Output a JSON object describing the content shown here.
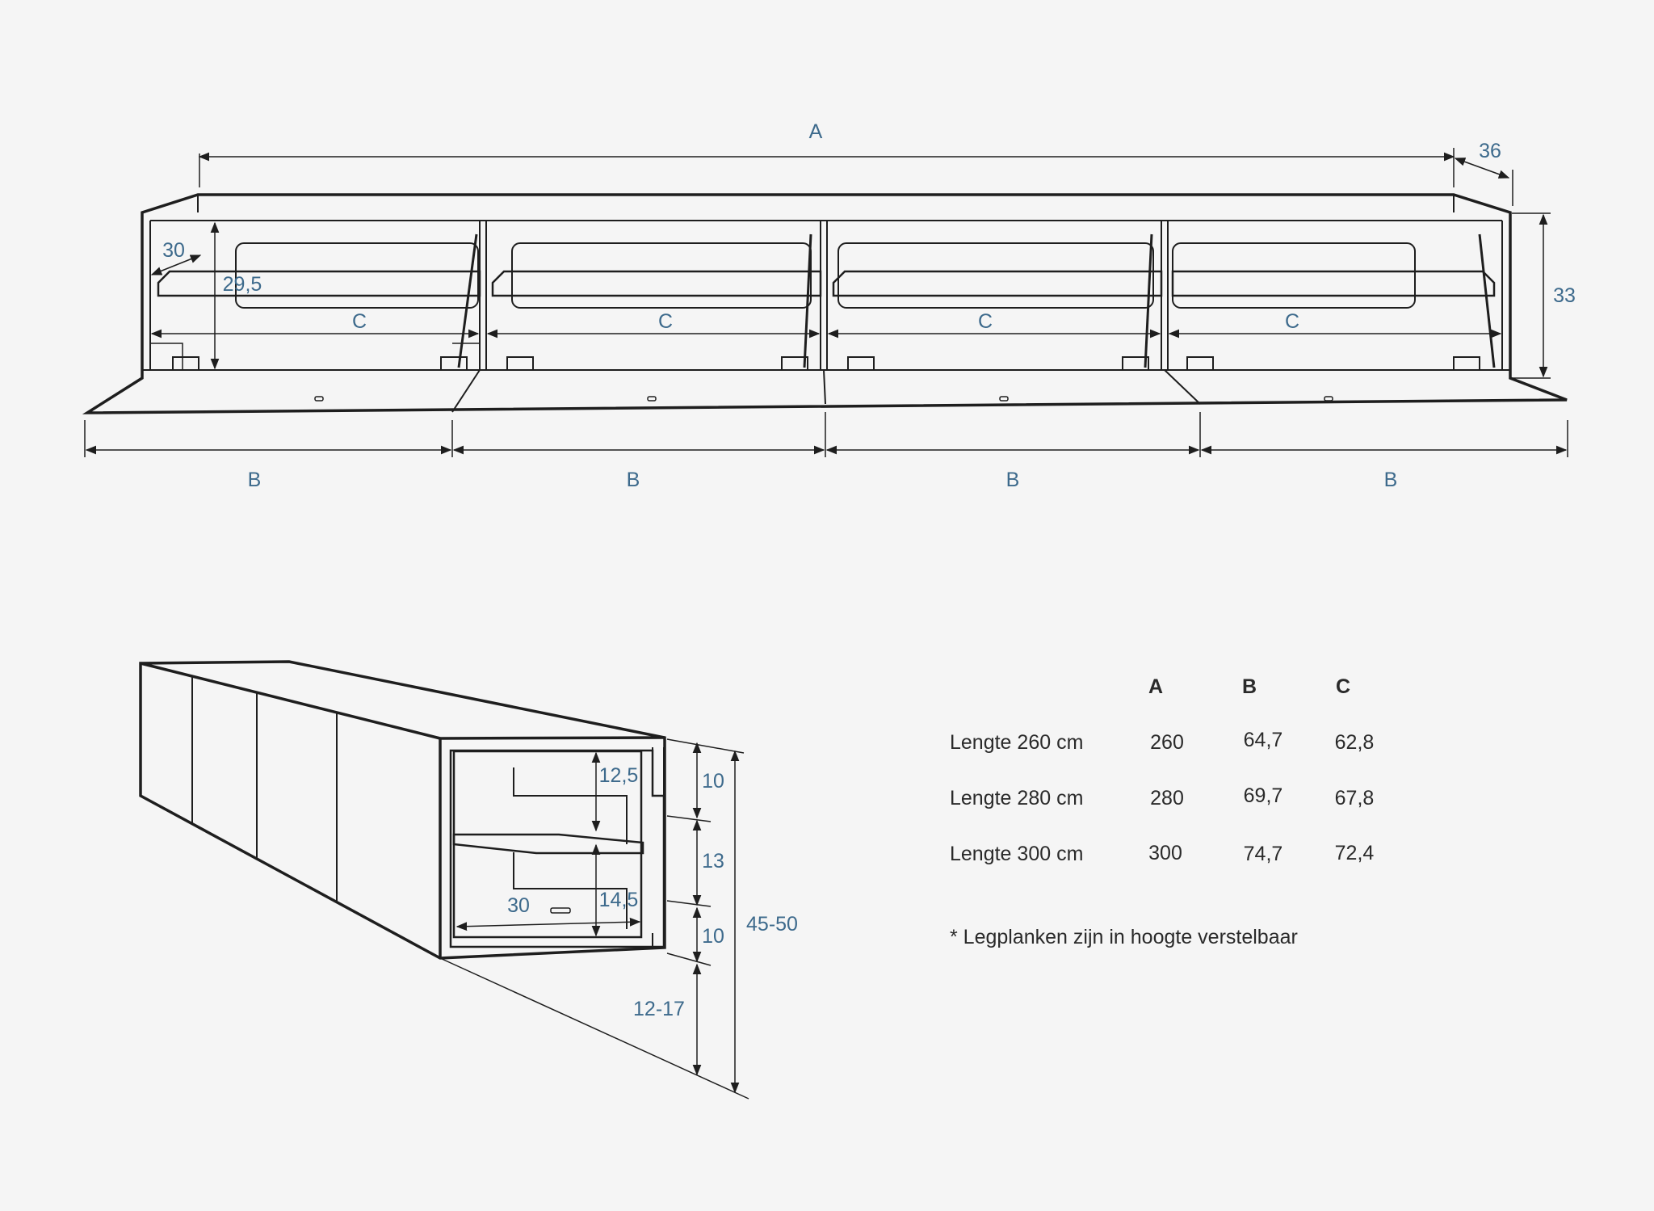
{
  "colors": {
    "background": "#f5f5f5",
    "line": "#1e1e1e",
    "dimension_text": "#3d6a8c",
    "table_text": "#2a2a2a"
  },
  "front_view": {
    "overall_width_label": "A",
    "depth_label": "36",
    "height_label": "33",
    "shelf_depth_label": "30",
    "inner_height_label": "29,5",
    "inner_width_labels": [
      "C",
      "C",
      "C",
      "C"
    ],
    "door_width_labels": [
      "B",
      "B",
      "B",
      "B"
    ]
  },
  "side_view": {
    "labels": {
      "top_gap": "10",
      "upper_shelf_height": "12,5",
      "middle_gap": "13",
      "lower_shelf_height": "14,5",
      "bottom_gap": "10",
      "shelf_depth": "30",
      "total_height": "45-50",
      "floor_gap": "12-17"
    }
  },
  "table": {
    "headers": [
      "A",
      "B",
      "C"
    ],
    "rows": [
      {
        "label": "Lengte 260 cm",
        "a": "260",
        "b": "64,7",
        "c": "62,8"
      },
      {
        "label": "Lengte 280 cm",
        "a": "280",
        "b": "69,7",
        "c": "67,8"
      },
      {
        "label": "Lengte 300 cm",
        "a": "300",
        "b": "74,7",
        "c": "72,4"
      }
    ],
    "footnote": "* Legplanken zijn in hoogte verstelbaar"
  }
}
